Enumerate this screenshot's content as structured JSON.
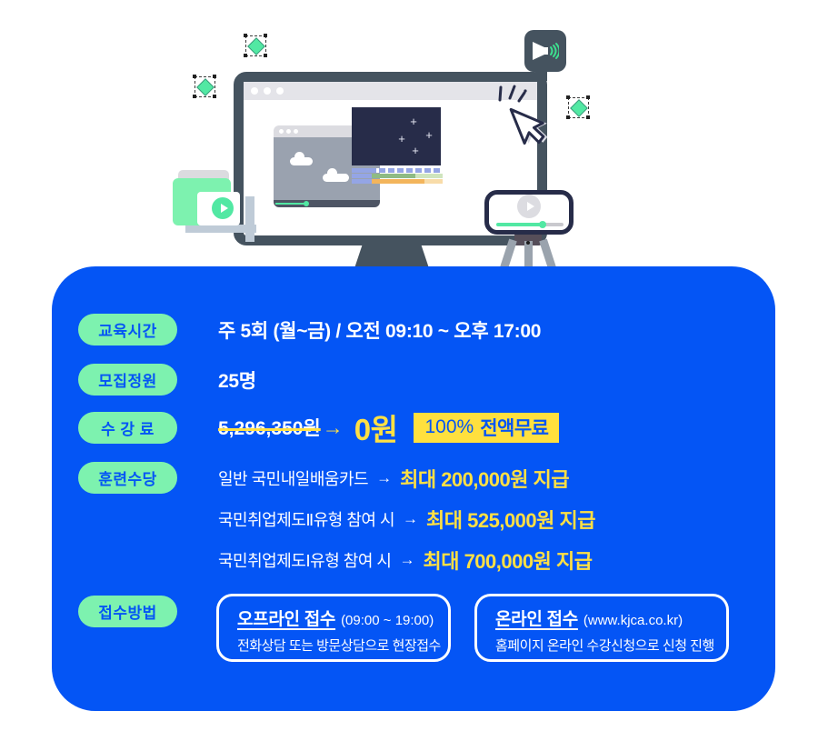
{
  "colors": {
    "panel_blue": "#0455F5",
    "pill_mint": "#7DF2AF",
    "highlight_yellow": "#FFE03E",
    "accent_green": "#52E8A3",
    "monitor_slate": "#45535F",
    "dark_navy": "#272C49",
    "text_white": "#FFFFFF"
  },
  "rows": {
    "schedule": {
      "label": "교육시간",
      "value": "주 5회 (월~금) / 오전 09:10 ~ 오후 17:00"
    },
    "capacity": {
      "label": "모집정원",
      "value": "25명"
    },
    "tuition": {
      "label": "수 강 료",
      "original_price": "5,296,350원",
      "arrow": "→",
      "final_price": "0원",
      "badge_percent": "100%",
      "badge_label": "전액무료"
    },
    "allowance": {
      "label": "훈련수당",
      "items": [
        {
          "name": "일반 국민내일배움카드",
          "arrow": "→",
          "amount": "최대 200,000원 지급"
        },
        {
          "name": "국민취업제도Ⅱ유형 참여 시",
          "arrow": "→",
          "amount": "최대 525,000원 지급"
        },
        {
          "name": "국민취업제도Ⅰ유형 참여 시",
          "arrow": "→",
          "amount": "최대 700,000원 지급"
        }
      ]
    },
    "apply": {
      "label": "접수방법",
      "methods": [
        {
          "title": "오프라인 접수",
          "note": "(09:00 ~ 19:00)",
          "desc": "전화상담 또는 방문상담으로 현장접수"
        },
        {
          "title": "온라인 접수",
          "note": "(www.kjca.co.kr)",
          "desc": "홈페이지 온라인 수강신청으로 신청 진행"
        }
      ]
    }
  }
}
